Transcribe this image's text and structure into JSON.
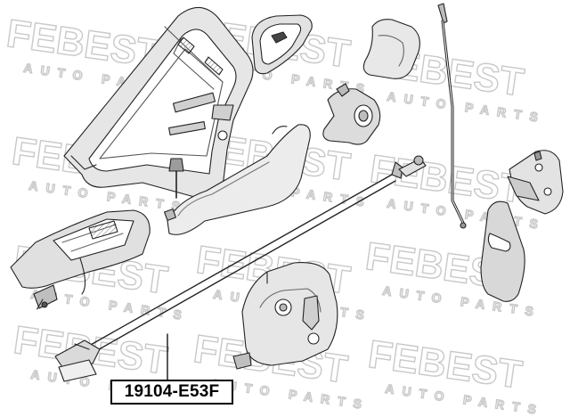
{
  "watermark": {
    "brand": "FEBEST",
    "subtitle": "AUTO PARTS"
  },
  "part_number": "19104-E53F",
  "colors": {
    "line": "#222222",
    "fill": "#d9d9d9",
    "fill_light": "#ebebeb",
    "watermark": "#c8c8c8"
  }
}
